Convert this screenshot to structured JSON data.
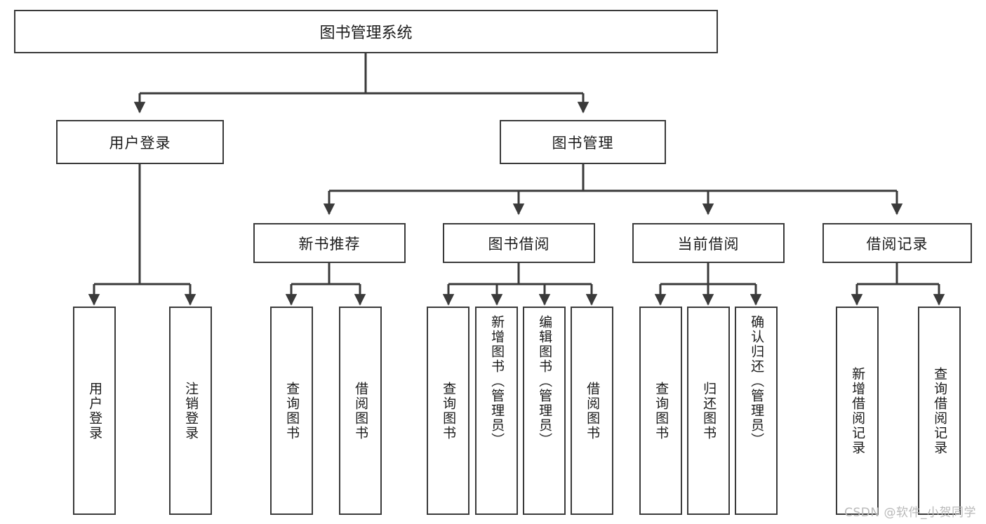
{
  "diagram": {
    "title": "图书管理系统",
    "watermark": "CSDN @软件_小贺同学",
    "colors": {
      "stroke": "#3a3a3a",
      "fill": "#ffffff",
      "text": "#1b1b1b",
      "watermark": "#b9b9b9"
    },
    "root": {
      "label": "图书管理系统"
    },
    "level1": [
      {
        "label": "用户登录"
      },
      {
        "label": "图书管理"
      }
    ],
    "level2": [
      {
        "label": "新书推荐"
      },
      {
        "label": "图书借阅"
      },
      {
        "label": "当前借阅"
      },
      {
        "label": "借阅记录"
      }
    ],
    "leaves": {
      "user_login": [
        {
          "label": "用户登录"
        },
        {
          "label": "注销登录"
        }
      ],
      "new_book": [
        {
          "label": "查询图书"
        },
        {
          "label": "借阅图书"
        }
      ],
      "book_borrow": [
        {
          "label": "查询图书"
        },
        {
          "label": "新增图书（管理员）"
        },
        {
          "label": "编辑图书（管理员）"
        },
        {
          "label": "借阅图书"
        }
      ],
      "current_borrow": [
        {
          "label": "查询图书"
        },
        {
          "label": "归还图书"
        },
        {
          "label": "确认归还（管理员）"
        }
      ],
      "borrow_record": [
        {
          "label": "新增借阅记录"
        },
        {
          "label": "查询借阅记录"
        }
      ]
    }
  }
}
